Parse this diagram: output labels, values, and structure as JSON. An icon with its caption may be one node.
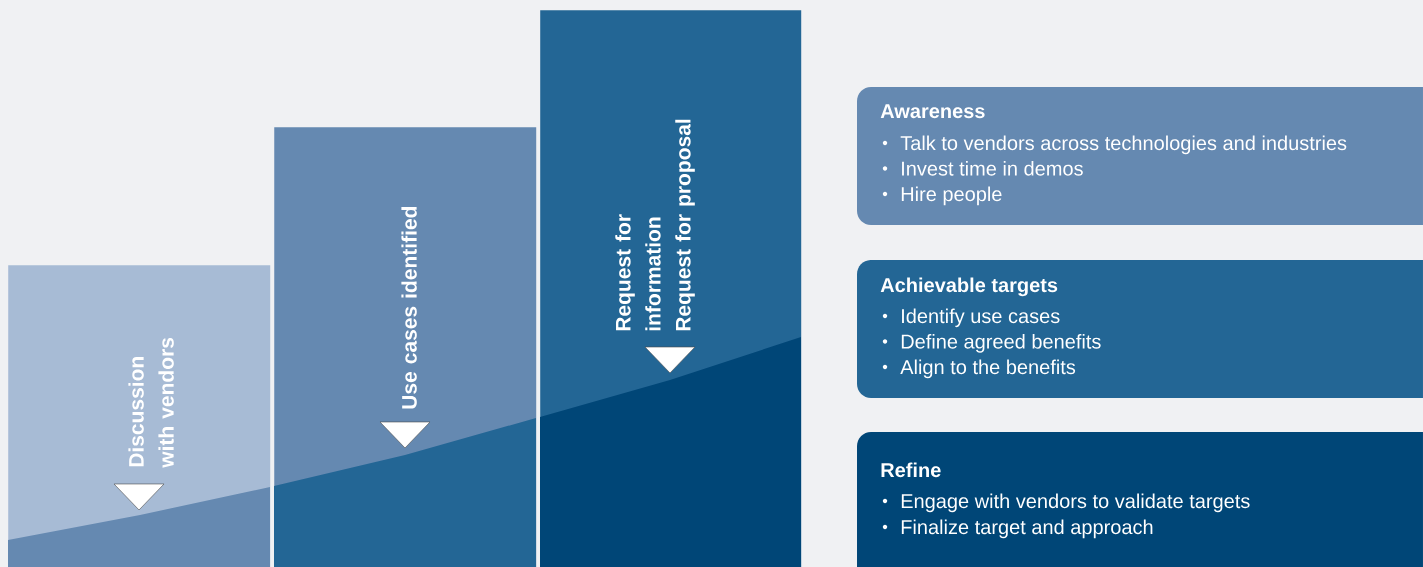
{
  "diagram": {
    "nodes": [
      {
        "text": [
          "Discussion with vendors"
        ]
      },
      {
        "text": [
          "Use cases identified"
        ]
      },
      {
        "text": [
          "Request for information",
          "Request for proposal"
        ]
      },
      {
        "text": [
          "Awareness",
          "Talk to vendors across technologies and industries",
          "Invest time in demos",
          "Hire people"
        ]
      },
      {
        "text": [
          "Achievable targets",
          "Identify use cases",
          "Define agreed benefits",
          "Align to the benefits"
        ]
      },
      {
        "text": [
          "Refine",
          "Engage with vendors to validate targets",
          "Finalize target and approach"
        ]
      }
    ]
  }
}
